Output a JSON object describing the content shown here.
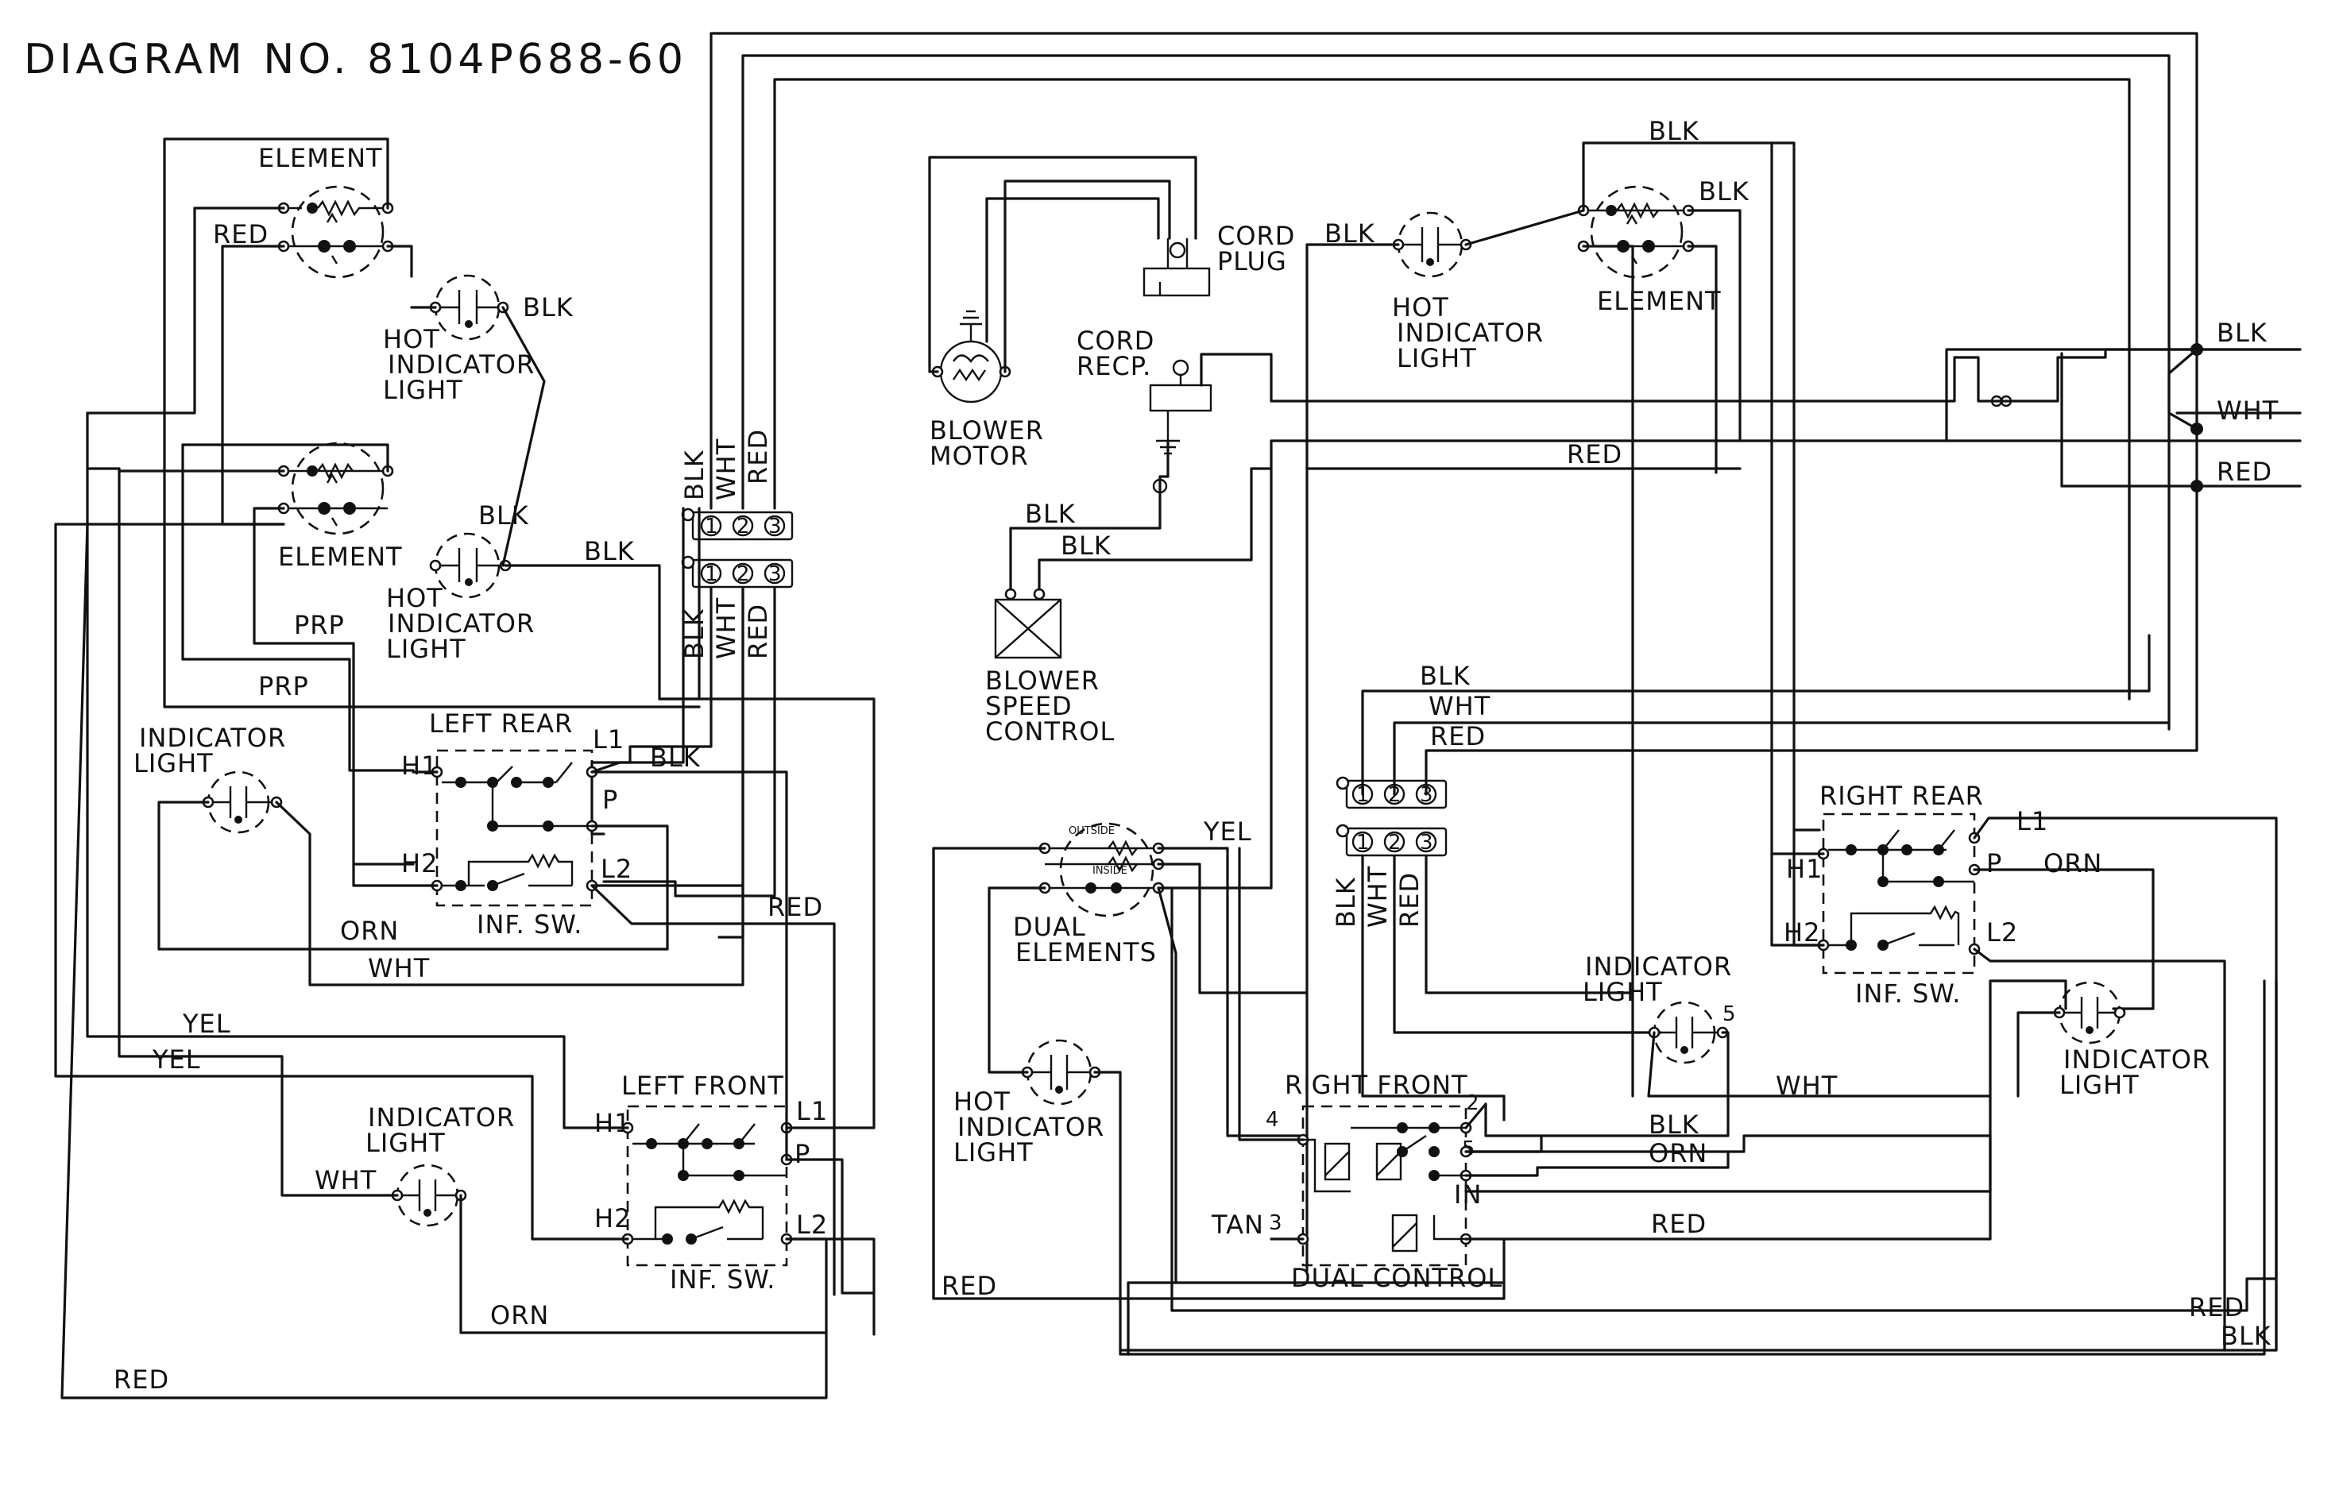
{
  "title": "DIAGRAM NO. 8104P688-60",
  "left_rear_element": {
    "label": "ELEMENT",
    "wire": "RED"
  },
  "left_rear_hot_light": {
    "line1": "HOT",
    "line2": "INDICATOR",
    "line3": "LIGHT",
    "wire": "BLK"
  },
  "left_front_element": {
    "label": "ELEMENT",
    "wire": "BLK"
  },
  "left_front_hot_light": {
    "line1": "HOT",
    "line2": "INDICATOR",
    "line3": "LIGHT",
    "wire": "BLK"
  },
  "left_rear_switch": {
    "title": "LEFT REAR",
    "sub": "INF. SW.",
    "h1": "H1",
    "h2": "H2",
    "l1": "L1",
    "l2": "L2",
    "p": "P"
  },
  "left_front_switch": {
    "title": "LEFT FRONT",
    "sub": "INF. SW.",
    "h1": "H1",
    "h2": "H2",
    "l1": "L1",
    "l2": "L2",
    "p": "P"
  },
  "left_rear_indicator": {
    "line1": "INDICATOR",
    "line2": "LIGHT"
  },
  "left_front_indicator": {
    "line1": "INDICATOR",
    "line2": "LIGHT",
    "wire": "WHT"
  },
  "left_wires": {
    "prp1": "PRP",
    "prp2": "PRP",
    "blk": "BLK",
    "orn": "ORN",
    "wht": "WHT",
    "red": "RED",
    "yel1": "YEL",
    "yel2": "YEL",
    "orn_bottom": "ORN",
    "red_bottom": "RED"
  },
  "terminal_blocks": {
    "labels": [
      "BLK",
      "WHT",
      "RED"
    ],
    "positions": [
      "1",
      "2",
      "3"
    ]
  },
  "cord_plug": {
    "line1": "CORD",
    "line2": "PLUG"
  },
  "cord_recp": {
    "line1": "CORD",
    "line2": "RECP."
  },
  "blower_motor": {
    "line1": "BLOWER",
    "line2": "MOTOR"
  },
  "blower_speed": {
    "line1": "BLOWER",
    "line2": "SPEED",
    "line3": "CONTROL",
    "wire1": "BLK",
    "wire2": "BLK"
  },
  "right_rear_element": {
    "label": "ELEMENT",
    "wire_top": "BLK",
    "wire_right": "BLK"
  },
  "right_rear_hot_light": {
    "line1": "HOT",
    "line2": "INDICATOR",
    "line3": "LIGHT",
    "wire": "BLK"
  },
  "power_supply": {
    "blk": "BLK",
    "wht": "WHT",
    "red": "RED",
    "red_mid": "RED"
  },
  "center_bus": {
    "blk": "BLK",
    "wht": "WHT",
    "red": "RED"
  },
  "dual_elements": {
    "line1": "DUAL",
    "line2": "ELEMENTS",
    "outside": "OUTSIDE",
    "inside": "INSIDE",
    "wire": "YEL"
  },
  "dual_hot_light": {
    "line1": "HOT",
    "line2": "INDICATOR",
    "line3": "LIGHT"
  },
  "right_front_switch": {
    "title": "RIGHT FRONT",
    "sub": "DUAL  CONTROL",
    "t2": "2",
    "t3": "3",
    "t4": "4",
    "t5": "5",
    "in": "IN",
    "tan": "TAN"
  },
  "right_rear_switch": {
    "title": "RIGHT REAR",
    "sub": "INF. SW.",
    "h1": "H1",
    "h2": "H2",
    "l1": "L1",
    "l2": "L2",
    "p": "P",
    "wire": "ORN"
  },
  "center_indicator": {
    "line1": "INDICATOR",
    "line2": "LIGHT",
    "num": "5"
  },
  "right_indicator": {
    "line1": "INDICATOR",
    "line2": "LIGHT"
  },
  "right_wires": {
    "wht": "WHT",
    "blk": "BLK",
    "orn": "ORN",
    "red": "RED",
    "red_left": "RED",
    "red_br": "RED",
    "blk_br": "BLK"
  }
}
